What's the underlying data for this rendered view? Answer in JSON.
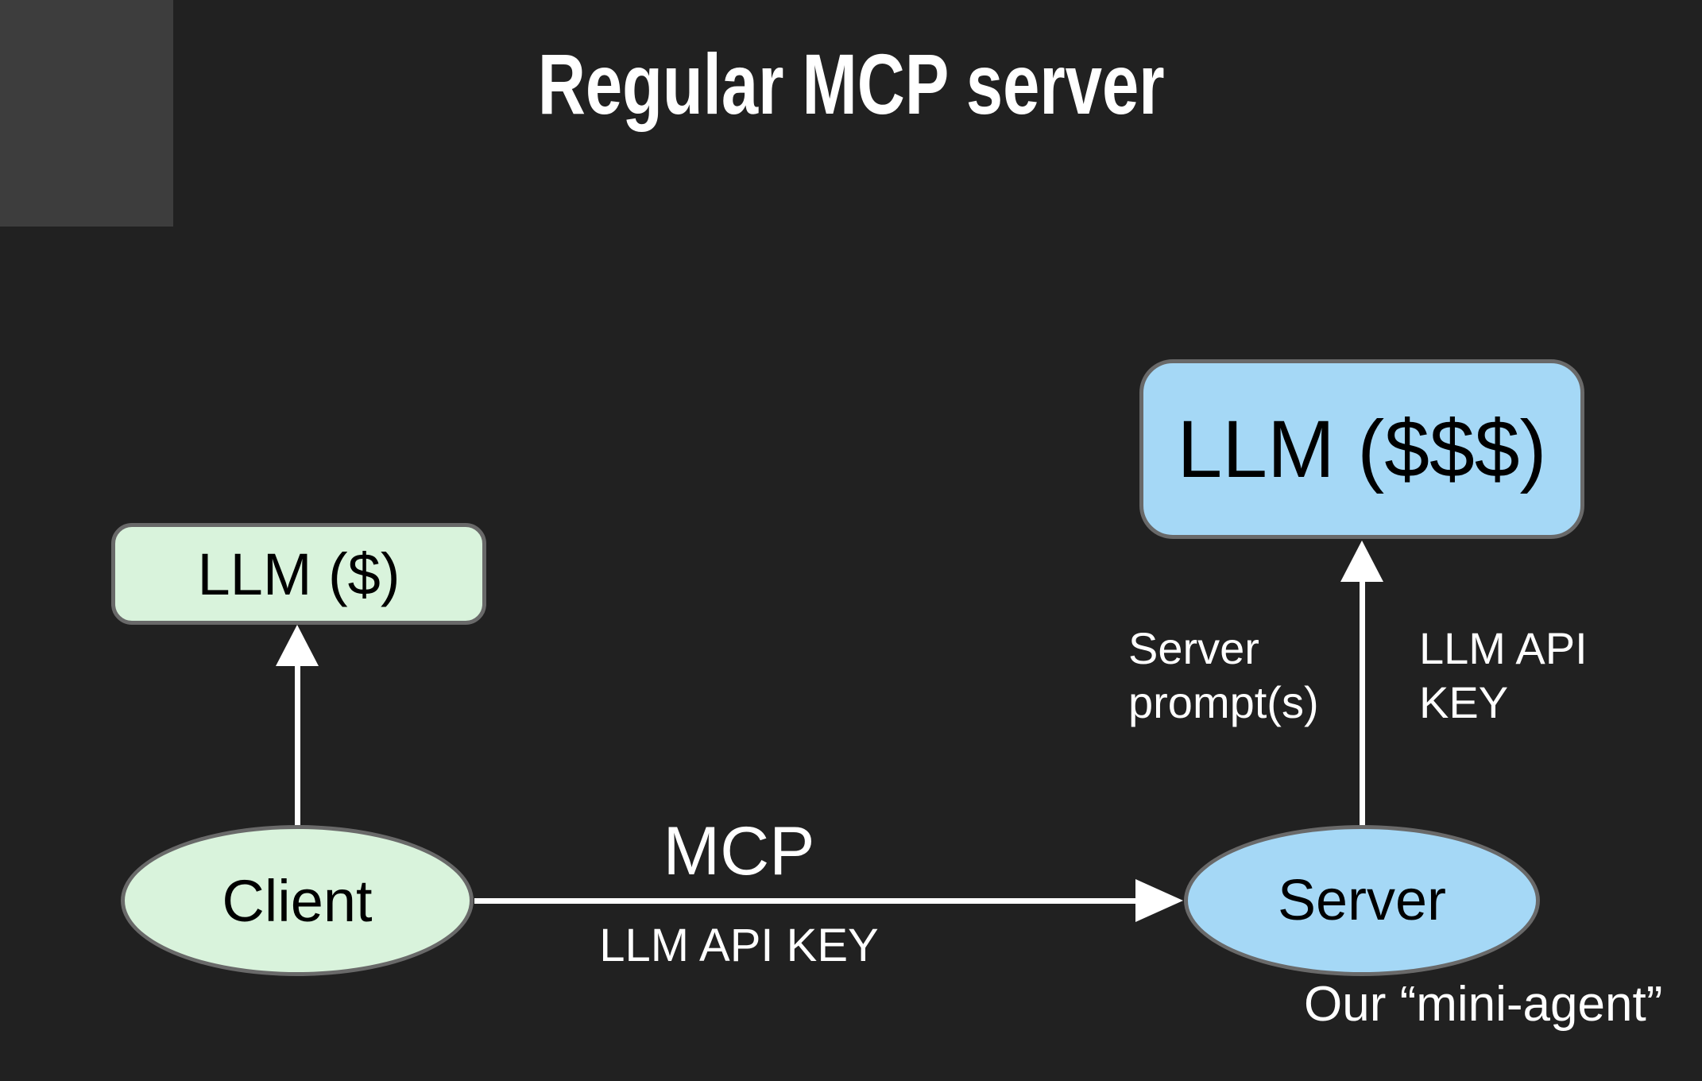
{
  "slide": {
    "title": "Regular MCP server",
    "background_color": "#212121",
    "corner_square_color": "#3d3d3d"
  },
  "colors": {
    "client_side_fill": "#d9f3dc",
    "server_side_fill": "#a5d8f6",
    "shape_border": "#696969",
    "arrow": "#ffffff",
    "shape_text": "#000000",
    "label_text": "#ffffff"
  },
  "nodes": {
    "llm_cheap": {
      "label": "LLM ($)"
    },
    "client": {
      "label": "Client"
    },
    "llm_expensive": {
      "label": "LLM ($$$)"
    },
    "server": {
      "label": "Server",
      "caption": "Our “mini-agent”"
    }
  },
  "edges": {
    "client_to_llm": {
      "label": ""
    },
    "client_to_server": {
      "label": "MCP",
      "sublabel": "LLM API KEY"
    },
    "server_to_llm": {
      "left_label": {
        "line1": "Server",
        "line2": "prompt(s)"
      },
      "right_label": {
        "line1": "LLM API",
        "line2": "KEY"
      }
    }
  }
}
